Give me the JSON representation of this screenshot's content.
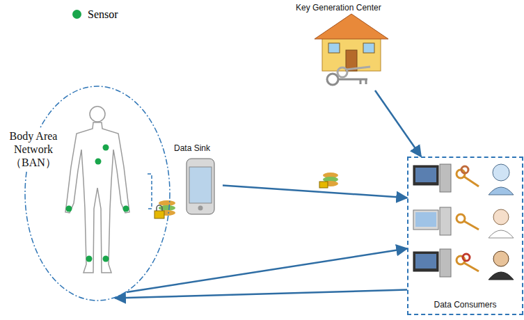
{
  "diagram": {
    "nodes": [
      {
        "text": [
          "Key Generation Center"
        ]
      },
      {
        "text": [
          "Body Area Network（BAN）"
        ]
      },
      {
        "text": [
          "Data Sink"
        ]
      },
      {
        "text": [
          "Data Consumers"
        ]
      }
    ],
    "edges": [
      {
        "from": 0,
        "to": 3,
        "arrow": "to"
      },
      {
        "from": 2,
        "to": 3,
        "arrow": "to"
      },
      {
        "from": 1,
        "to": 3,
        "arrow": "to"
      },
      {
        "from": 3,
        "to": 1,
        "arrow": "to"
      }
    ],
    "legend": [
      {
        "text": "Sensor",
        "color": "#19a64b"
      }
    ]
  }
}
